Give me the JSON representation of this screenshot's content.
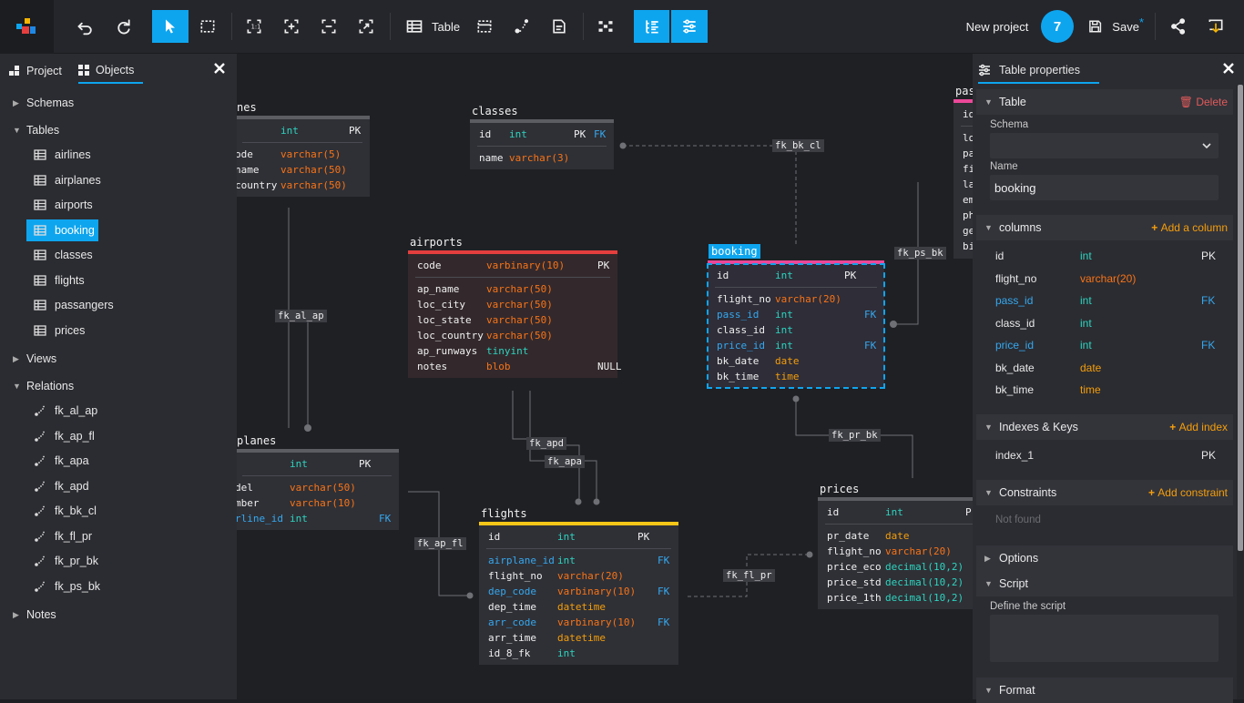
{
  "toolbar": {
    "table_label": "Table",
    "project_name": "New project",
    "badge": "7",
    "save_label": "Save",
    "save_marker": "*"
  },
  "left_panel": {
    "tab_project": "Project",
    "tab_objects": "Objects",
    "schemas": "Schemas",
    "tables_label": "Tables",
    "tables": [
      "airlines",
      "airplanes",
      "airports",
      "booking",
      "classes",
      "flights",
      "passangers",
      "prices"
    ],
    "selected_table": "booking",
    "views": "Views",
    "relations_label": "Relations",
    "relations": [
      "fk_al_ap",
      "fk_ap_fl",
      "fk_apa",
      "fk_apd",
      "fk_bk_cl",
      "fk_fl_pr",
      "fk_pr_bk",
      "fk_ps_bk"
    ],
    "notes": "Notes"
  },
  "canvas": {
    "airlines": {
      "title": "nes",
      "rows": [
        [
          "",
          "int",
          "PK"
        ],
        [
          "ode",
          "varchar(5)",
          ""
        ],
        [
          "name",
          "varchar(50)",
          ""
        ],
        [
          "country",
          "varchar(50)",
          ""
        ]
      ]
    },
    "classes": {
      "title": "classes",
      "rows": [
        [
          "id",
          "int",
          "PK",
          "FK"
        ],
        [
          "name",
          "varchar(3)",
          ""
        ]
      ]
    },
    "airports": {
      "title": "airports",
      "rows": [
        [
          "code",
          "varbinary(10)",
          "PK"
        ],
        [
          "ap_name",
          "varchar(50)",
          ""
        ],
        [
          "loc_city",
          "varchar(50)",
          ""
        ],
        [
          "loc_state",
          "varchar(50)",
          ""
        ],
        [
          "loc_country",
          "varchar(50)",
          ""
        ],
        [
          "ap_runways",
          "tinyint",
          ""
        ],
        [
          "notes",
          "blob",
          "NULL"
        ]
      ]
    },
    "booking": {
      "title": "booking",
      "rows": [
        [
          "id",
          "int",
          "PK"
        ],
        [
          "flight_no",
          "varchar(20)",
          ""
        ],
        [
          "pass_id",
          "int",
          "FK"
        ],
        [
          "class_id",
          "int",
          ""
        ],
        [
          "price_id",
          "int",
          "FK"
        ],
        [
          "bk_date",
          "date",
          ""
        ],
        [
          "bk_time",
          "time",
          ""
        ]
      ]
    },
    "airplanes": {
      "title": "planes",
      "rows": [
        [
          "",
          "int",
          "PK"
        ],
        [
          "del",
          "varchar(50)",
          ""
        ],
        [
          "mber",
          "varchar(10)",
          ""
        ],
        [
          "rline_id",
          "int",
          "FK"
        ]
      ]
    },
    "flights": {
      "title": "flights",
      "rows": [
        [
          "id",
          "int",
          "PK"
        ],
        [
          "airplane_id",
          "int",
          "FK"
        ],
        [
          "flight_no",
          "varchar(20)",
          ""
        ],
        [
          "dep_code",
          "varbinary(10)",
          "FK"
        ],
        [
          "dep_time",
          "datetime",
          ""
        ],
        [
          "arr_code",
          "varbinary(10)",
          "FK"
        ],
        [
          "arr_time",
          "datetime",
          ""
        ],
        [
          "id_8_fk",
          "int",
          ""
        ]
      ]
    },
    "prices": {
      "title": "prices",
      "rows": [
        [
          "id",
          "int",
          "P"
        ],
        [
          "pr_date",
          "date",
          ""
        ],
        [
          "flight_no",
          "varchar(20)",
          ""
        ],
        [
          "price_eco",
          "decimal(10,2)",
          ""
        ],
        [
          "price_std",
          "decimal(10,2)",
          ""
        ],
        [
          "price_1th",
          "decimal(10,2)",
          ""
        ]
      ]
    },
    "passangers": {
      "title": "pas",
      "rows": [
        "id",
        "lo",
        "pa",
        "fi",
        "la",
        "em",
        "ph",
        "ge",
        "bi"
      ]
    },
    "relation_labels": [
      "fk_bk_cl",
      "fk_ps_bk",
      "fk_al_ap",
      "fk_apd",
      "fk_apa",
      "fk_pr_bk",
      "fk_ap_fl",
      "fk_fl_pr"
    ]
  },
  "right_panel": {
    "title": "Table properties",
    "table_section": "Table",
    "delete_label": "Delete",
    "schema_label": "Schema",
    "schema_value": "",
    "name_label": "Name",
    "name_value": "booking",
    "columns_section": "columns",
    "add_column": "Add a column",
    "columns": [
      {
        "name": "id",
        "type": "int",
        "key": "PK"
      },
      {
        "name": "flight_no",
        "type": "varchar(20)",
        "key": ""
      },
      {
        "name": "pass_id",
        "type": "int",
        "key": "FK"
      },
      {
        "name": "class_id",
        "type": "int",
        "key": ""
      },
      {
        "name": "price_id",
        "type": "int",
        "key": "FK"
      },
      {
        "name": "bk_date",
        "type": "date",
        "key": ""
      },
      {
        "name": "bk_time",
        "type": "time",
        "key": ""
      }
    ],
    "indexes_section": "Indexes & Keys",
    "add_index": "Add index",
    "index_name": "index_1",
    "index_key": "PK",
    "constraints_section": "Constraints",
    "add_constraint": "Add constraint",
    "constraints_empty": "Not found",
    "options_section": "Options",
    "script_section": "Script",
    "script_label": "Define the script",
    "format_section": "Format"
  },
  "colors": {
    "accent": "#0ea5ef",
    "pk_text": "#f0f0f0",
    "fk_text": "#35a8ef",
    "int": "#2dd4bf",
    "varchar": "#f97316",
    "date": "#f59e0b"
  }
}
